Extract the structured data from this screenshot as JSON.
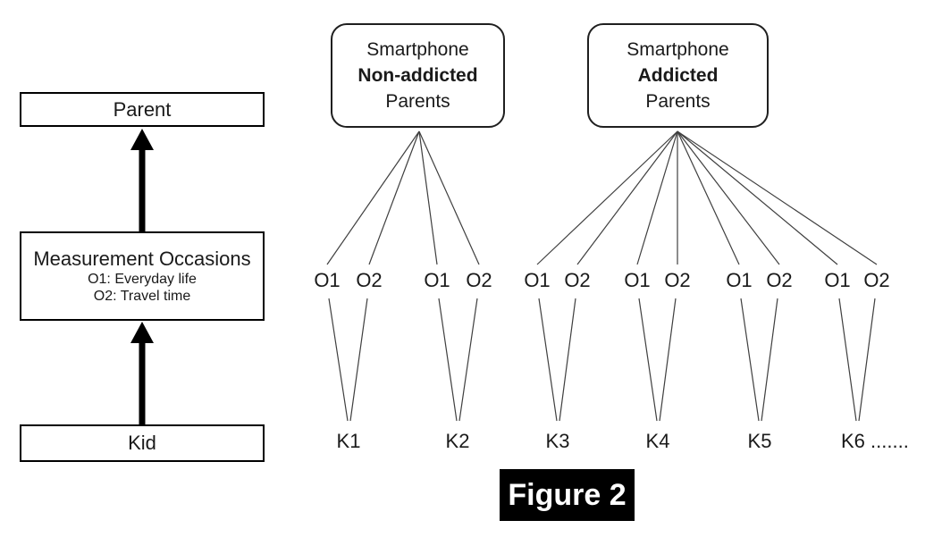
{
  "figure": {
    "caption": "Figure 2"
  },
  "left_flow": {
    "parent": "Parent",
    "measurement_title": "Measurement Occasions",
    "measurement_items": [
      "O1: Everyday life",
      "O2: Travel time"
    ],
    "kid": "Kid"
  },
  "parent_groups": [
    {
      "line1": "Smartphone",
      "line2": "Non-addicted",
      "line3": "Parents"
    },
    {
      "line1": "Smartphone",
      "line2": "Addicted",
      "line3": "Parents"
    }
  ],
  "occasion_labels": [
    "O1",
    "O2",
    "O1",
    "O2",
    "O1",
    "O2",
    "O1",
    "O2",
    "O1",
    "O2",
    "O1",
    "O2"
  ],
  "kid_labels": [
    "K1",
    "K2",
    "K3",
    "K4",
    "K5",
    "K6 ......."
  ],
  "colors": {
    "line": "#3f3f3f",
    "border": "#000000",
    "arrow": "#000000",
    "caption_bg": "#000000",
    "caption_fg": "#ffffff"
  }
}
